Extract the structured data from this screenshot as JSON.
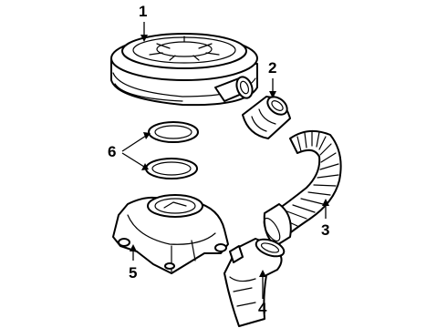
{
  "callouts": [
    {
      "id": "1",
      "text": "1"
    },
    {
      "id": "2",
      "text": "2"
    },
    {
      "id": "3",
      "text": "3"
    },
    {
      "id": "4",
      "text": "4"
    },
    {
      "id": "5",
      "text": "5"
    },
    {
      "id": "6",
      "text": "6"
    }
  ],
  "parts": [
    {
      "callout": "1",
      "icon": "air-cleaner-housing"
    },
    {
      "callout": "2",
      "icon": "duct-coupler"
    },
    {
      "callout": "3",
      "icon": "corrugated-intake-hose"
    },
    {
      "callout": "4",
      "icon": "air-inlet-duct"
    },
    {
      "callout": "5",
      "icon": "air-cleaner-base"
    },
    {
      "callout": "6",
      "icon": "gasket-ring"
    }
  ]
}
